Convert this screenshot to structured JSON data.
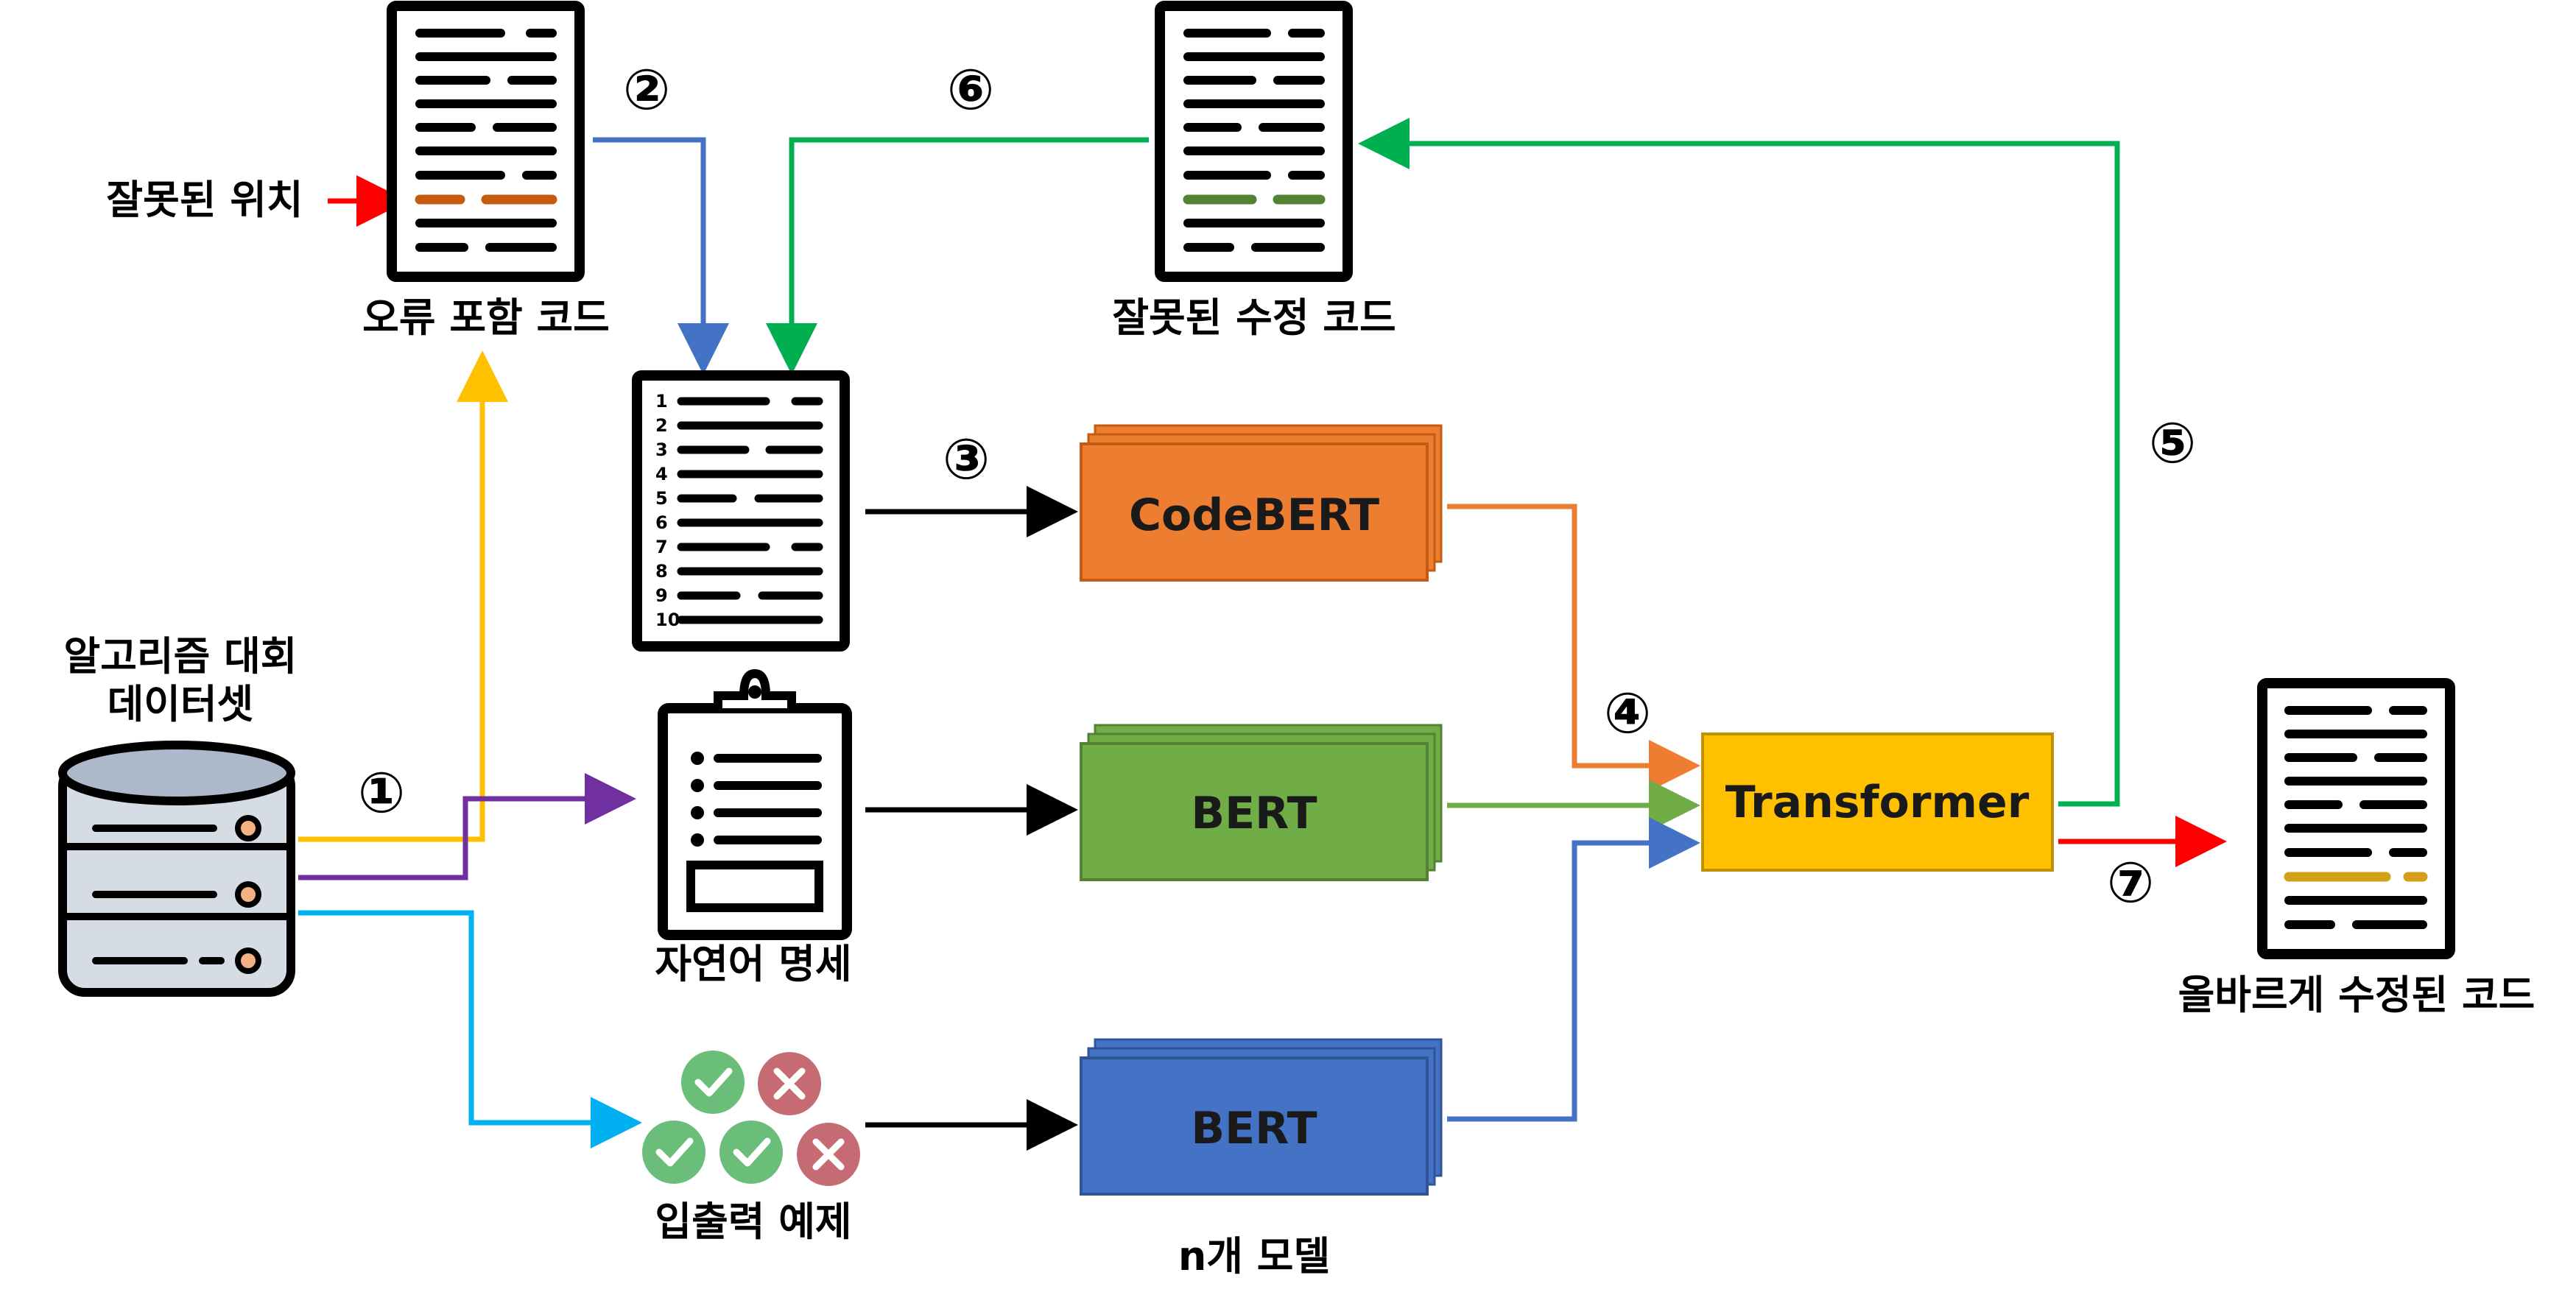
{
  "labels": {
    "wrong_location": "잘못된 위치",
    "buggy_code": "오류 포함 코드",
    "wrong_fix_code": "잘못된 수정 코드",
    "dataset_line1": "알고리즘 대회",
    "dataset_line2": "데이터셋",
    "nl_spec": "자연어 명세",
    "io_examples": "입출력 예제",
    "n_models": "n개 모델",
    "correct_fix_code": "올바르게 수정된 코드"
  },
  "models": {
    "codebert": "CodeBERT",
    "bert_spec": "BERT",
    "bert_io": "BERT",
    "transformer": "Transformer"
  },
  "steps": [
    "①",
    "②",
    "③",
    "④",
    "⑤",
    "⑥",
    "⑦"
  ],
  "line_numbers": [
    "1",
    "2",
    "3",
    "4",
    "5",
    "6",
    "7",
    "8",
    "9",
    "10"
  ],
  "icons": {
    "database": "database-icon",
    "document": "document-icon",
    "clipboard": "clipboard-icon",
    "check": "check-icon",
    "cross": "cross-icon"
  },
  "colors": {
    "yellow_arrow": "#FFC000",
    "purple_arrow": "#7030A0",
    "cyan_arrow": "#00B0F0",
    "blue_arrow": "#4472C4",
    "green_arrow": "#00B050",
    "red_arrow": "#FF0000",
    "orange_arrow": "#ED7D31",
    "lightgreen_arrow": "#70AD47",
    "codebert_box": "#ED7D31",
    "bert_spec_box": "#70AD47",
    "bert_io_box": "#4472C4",
    "transformer_box": "#FFC000",
    "error_line": "#C55A11",
    "wrong_fix_line": "#548235",
    "correct_fix_line": "#D4A017"
  }
}
